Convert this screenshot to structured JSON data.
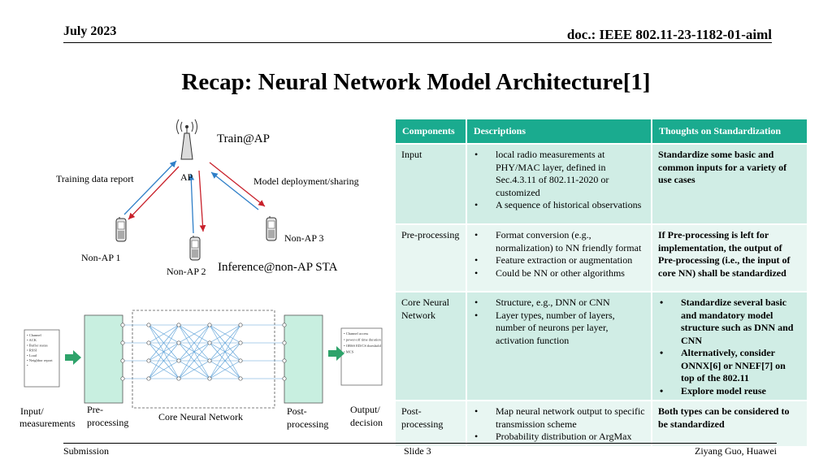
{
  "header": {
    "date": "July 2023",
    "doc_id": "doc.: IEEE 802.11-23-1182-01-aiml"
  },
  "title": "Recap: Neural Network Model Architecture[1]",
  "footer": {
    "left": "Submission",
    "center": "Slide 3",
    "right": "Ziyang Guo, Huawei"
  },
  "diagram": {
    "train_label": "Train@AP",
    "ap_label": "AP",
    "training_report": "Training data report",
    "model_deployment": "Model deployment/sharing",
    "non_ap_1": "Non-AP 1",
    "non_ap_2": "Non-AP 2",
    "non_ap_3": "Non-AP 3",
    "inference_label": "Inference@non-AP STA",
    "input_list": [
      "Channel",
      "ACK",
      "Buffer status",
      "RSSI",
      "Load",
      "Neighbor report",
      ""
    ],
    "output_list": [
      "Channel access",
      "power-off time duration",
      "OBSS ED/CS threshold",
      "MCS"
    ],
    "input_label": [
      "Input/",
      "measurements"
    ],
    "pre_label": [
      "Pre-",
      "processing"
    ],
    "core_label": "Core Neural Network",
    "post_label": [
      "Post-",
      "processing"
    ],
    "output_label": [
      "Output/",
      "decision"
    ]
  },
  "table": {
    "headers": [
      "Components",
      "Descriptions",
      "Thoughts on Standardization"
    ],
    "rows": [
      {
        "component": "Input",
        "descriptions": [
          "local radio measurements at PHY/MAC layer, defined in Sec.4.3.11 of 802.11-2020 or customized",
          "A sequence of historical observations"
        ],
        "thoughts_text": "Standardize some basic and common inputs for a variety of use cases"
      },
      {
        "component": "Pre-processing",
        "descriptions": [
          "Format conversion (e.g., normalization) to NN friendly format",
          "Feature extraction or augmentation",
          "Could be NN or other algorithms"
        ],
        "thoughts_text": "If Pre-processing is left for implementation, the output of Pre-processing (i.e., the input of core NN) shall be standardized"
      },
      {
        "component": "Core Neural Network",
        "descriptions": [
          "Structure, e.g., DNN or CNN",
          "Layer types, number of layers, number of neurons per layer, activation function"
        ],
        "thoughts_list": [
          "Standardize several basic and mandatory model structure such as DNN and CNN",
          "Alternatively,  consider ONNX[6] or NNEF[7] on top of the 802.11",
          "Explore model reuse"
        ]
      },
      {
        "component": "Post-processing",
        "descriptions": [
          "Map neural network output to specific transmission scheme",
          "Probability distribution or ArgMax"
        ],
        "thoughts_text": "Both types can be considered to be standardized"
      }
    ]
  },
  "colors": {
    "header_bg": "#1aab8f",
    "row_dark": "#d0ede5",
    "row_light": "#e8f6f2",
    "block_fill": "#c8efe0",
    "arrow_blue": "#2f7fc8",
    "arrow_red": "#c8202a",
    "arrow_green": "#2ea36a"
  }
}
